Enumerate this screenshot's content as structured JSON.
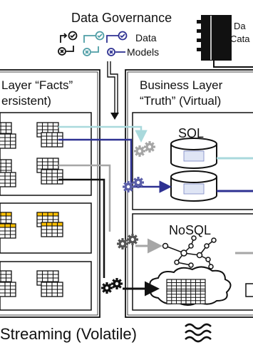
{
  "header": {
    "title": "Data Governance",
    "models_label_line1": "Data",
    "models_label_line2": "Models",
    "catalog_label_line1": "Da",
    "catalog_label_line2": "Cata"
  },
  "layers": {
    "persistent": {
      "title_line1": "Layer “Facts”",
      "title_line2": "ersistent)"
    },
    "business": {
      "title_line1": "Business Layer",
      "title_line2": "“Truth” (Virtual)"
    }
  },
  "stores": {
    "sql": "SQL",
    "nosql": "NoSQL"
  },
  "footer": {
    "streaming": "Streaming (Volatile)"
  },
  "colors": {
    "light_blue": "#a9d9dc",
    "dark_blue": "#2e3192",
    "grey": "#a6a6a6",
    "black": "#111111",
    "highlight_yellow": "#ffc000",
    "icon_teal": "#4f9ea6",
    "gear_light": "#a6a6a6",
    "gear_blue": "#5b5fa8",
    "gear_dark": "#555555"
  },
  "icons": [
    "check-circle-icon",
    "x-circle-icon",
    "table-icon",
    "gear-icon",
    "database-cylinder-icon",
    "network-graph-icon",
    "cloud-icon",
    "catalog-book-icon",
    "wave-icon",
    "arrow-icon"
  ]
}
